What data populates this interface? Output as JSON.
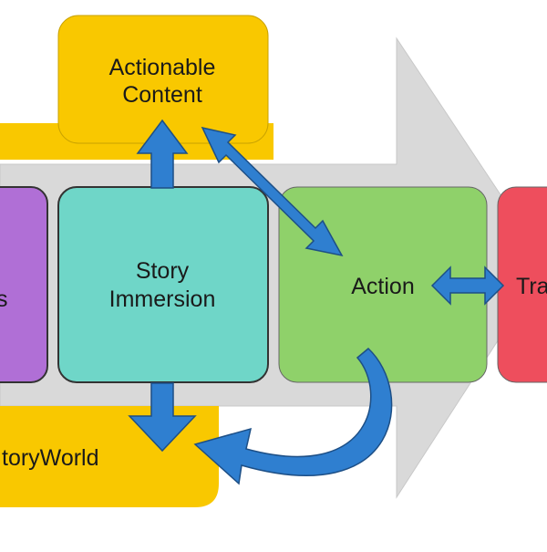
{
  "diagram": {
    "nodes": {
      "left_partial": {
        "label": "s",
        "color": "#B06FD6"
      },
      "story_immersion": {
        "line1": "Story",
        "line2": "Immersion",
        "color": "#6FD6C8"
      },
      "action": {
        "label": "Action",
        "color": "#8FD16A"
      },
      "right_partial": {
        "label": "Tra",
        "color": "#EE4E5D"
      },
      "actionable_content": {
        "line1": "Actionable",
        "line2": "Content",
        "color": "#F9C800"
      },
      "storyworld": {
        "label": "toryWorld",
        "color": "#F9C800"
      }
    },
    "big_arrow_color": "#D9D9D9",
    "connector_color": "#2F7FD0",
    "connector_outline": "#1D4F86"
  }
}
